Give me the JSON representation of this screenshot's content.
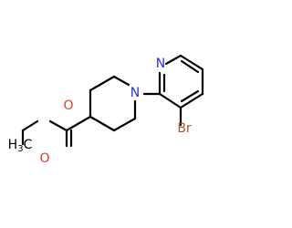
{
  "atom_labels": {
    "ring_nitrogen": "N",
    "piperidine_nitrogen": "N",
    "bromine": "Br",
    "carbonyl_oxygen": "O",
    "ester_oxygen": "O",
    "methyl_group": "H3C"
  },
  "colors": {
    "bond": "#000000",
    "nitrogen": "#2f2fd8",
    "oxygen": "#e53b2f",
    "bromine": "#a65a26",
    "carbon": "#000000"
  }
}
